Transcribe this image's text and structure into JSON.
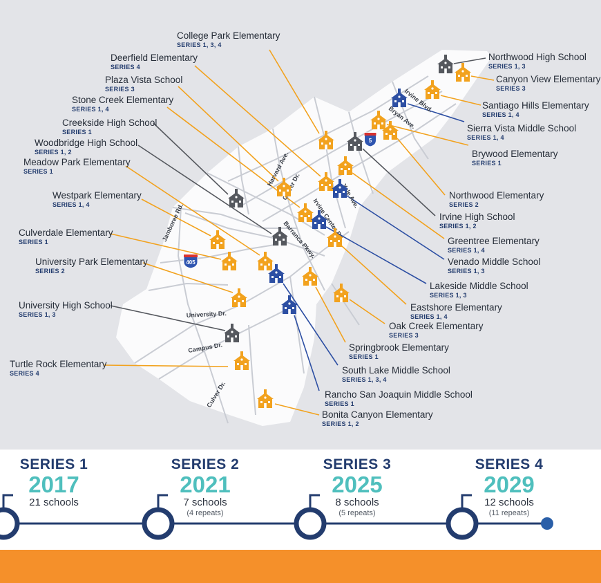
{
  "colors": {
    "background": "#e3e4e8",
    "land": "#fbfbfc",
    "road": "#c9ccd3",
    "elementary": "#f2a21e",
    "middle": "#2d4fa3",
    "high": "#55585e",
    "teal": "#4fbfbd",
    "navy": "#233c6e",
    "orange_bar": "#f5902a"
  },
  "streets": [
    {
      "id": "harvard",
      "label": "Harvard Ave."
    },
    {
      "id": "culver_n",
      "label": "Culver Dr."
    },
    {
      "id": "irvine_center",
      "label": "Irvine Center Dr."
    },
    {
      "id": "yale",
      "label": "Yale Ave."
    },
    {
      "id": "irvine_blvd",
      "label": "Irvine Blvd."
    },
    {
      "id": "bryan",
      "label": "Bryan Ave."
    },
    {
      "id": "jamboree",
      "label": "Jamboree Rd."
    },
    {
      "id": "barranca",
      "label": "Barranca Pkwy."
    },
    {
      "id": "university",
      "label": "University Dr."
    },
    {
      "id": "campus",
      "label": "Campus Dr."
    },
    {
      "id": "culver_s",
      "label": "Culver Dr."
    }
  ],
  "shields": [
    {
      "id": "i405",
      "number": "405"
    },
    {
      "id": "i5",
      "number": "5"
    }
  ],
  "schools": [
    {
      "id": "college_park",
      "name": "College Park Elementary",
      "series": "SERIES 1, 3, 4",
      "type": "elementary"
    },
    {
      "id": "deerfield",
      "name": "Deerfield Elementary",
      "series": "SERIES 4",
      "type": "elementary"
    },
    {
      "id": "plaza_vista",
      "name": "Plaza Vista School",
      "series": "SERIES 3",
      "type": "elementary"
    },
    {
      "id": "stone_creek",
      "name": "Stone Creek Elementary",
      "series": "SERIES 1, 4",
      "type": "elementary"
    },
    {
      "id": "creekside",
      "name": "Creekside High School",
      "series": "SERIES 1",
      "type": "high"
    },
    {
      "id": "woodbridge",
      "name": "Woodbridge High School",
      "series": "SERIES 1, 2",
      "type": "high"
    },
    {
      "id": "meadow_park",
      "name": "Meadow Park Elementary",
      "series": "SERIES 1",
      "type": "elementary"
    },
    {
      "id": "westpark",
      "name": "Westpark Elementary",
      "series": "SERIES 1, 4",
      "type": "elementary"
    },
    {
      "id": "culverdale",
      "name": "Culverdale Elementary",
      "series": "SERIES 1",
      "type": "elementary"
    },
    {
      "id": "university_park",
      "name": "University Park Elementary",
      "series": "SERIES 2",
      "type": "elementary"
    },
    {
      "id": "university_high",
      "name": "University High School",
      "series": "SERIES 1, 3",
      "type": "high"
    },
    {
      "id": "turtle_rock",
      "name": "Turtle Rock Elementary",
      "series": "SERIES 4",
      "type": "elementary"
    },
    {
      "id": "northwood_high",
      "name": "Northwood High School",
      "series": "SERIES 1, 3",
      "type": "high"
    },
    {
      "id": "canyon_view",
      "name": "Canyon View Elementary",
      "series": "SERIES 3",
      "type": "elementary"
    },
    {
      "id": "santiago_hills",
      "name": "Santiago Hills Elementary",
      "series": "SERIES 1, 4",
      "type": "elementary"
    },
    {
      "id": "sierra_vista",
      "name": "Sierra Vista Middle School",
      "series": "SERIES 1, 4",
      "type": "middle"
    },
    {
      "id": "brywood",
      "name": "Brywood Elementary",
      "series": "SERIES 1",
      "type": "elementary"
    },
    {
      "id": "northwood_elem",
      "name": "Northwood Elementary",
      "series": "SERIES 2",
      "type": "elementary"
    },
    {
      "id": "irvine_high",
      "name": "Irvine High School",
      "series": "SERIES 1, 2",
      "type": "high"
    },
    {
      "id": "greentree",
      "name": "Greentree Elementary",
      "series": "SERIES 1, 4",
      "type": "elementary"
    },
    {
      "id": "venado",
      "name": "Venado Middle School",
      "series": "SERIES 1, 3",
      "type": "middle"
    },
    {
      "id": "lakeside",
      "name": "Lakeside Middle School",
      "series": "SERIES 1, 3",
      "type": "middle"
    },
    {
      "id": "eastshore",
      "name": "Eastshore Elementary",
      "series": "SERIES 1, 4",
      "type": "elementary"
    },
    {
      "id": "oak_creek",
      "name": "Oak Creek Elementary",
      "series": "SERIES 3",
      "type": "elementary"
    },
    {
      "id": "springbrook",
      "name": "Springbrook Elementary",
      "series": "SERIES 1",
      "type": "elementary"
    },
    {
      "id": "south_lake",
      "name": "South Lake Middle School",
      "series": "SERIES 1, 3, 4",
      "type": "middle"
    },
    {
      "id": "rancho_sj",
      "name": "Rancho San Joaquin Middle School",
      "series": "SERIES 1",
      "type": "middle"
    },
    {
      "id": "bonita_canyon",
      "name": "Bonita Canyon Elementary",
      "series": "SERIES 1, 2",
      "type": "elementary"
    }
  ],
  "timeline": [
    {
      "series": "SERIES 1",
      "year": "2017",
      "count": "21 schools",
      "repeats": ""
    },
    {
      "series": "SERIES 2",
      "year": "2021",
      "count": "7 schools",
      "repeats": "(4 repeats)"
    },
    {
      "series": "SERIES 3",
      "year": "2025",
      "count": "8 schools",
      "repeats": "(5 repeats)"
    },
    {
      "series": "SERIES 4",
      "year": "2029",
      "count": "12 schools",
      "repeats": "(11 repeats)"
    }
  ]
}
